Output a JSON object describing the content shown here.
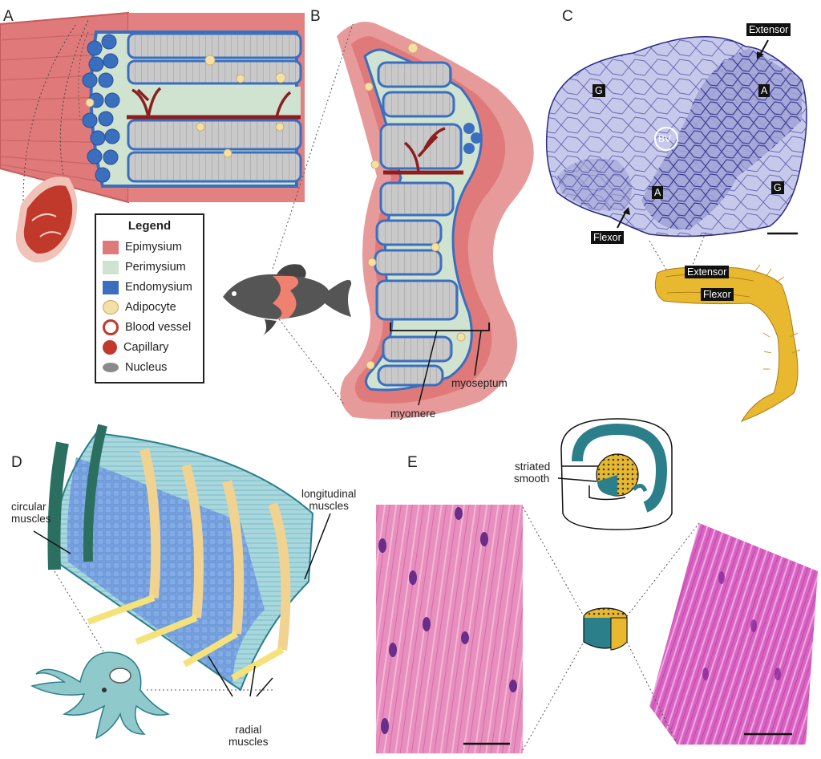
{
  "panels": {
    "a": "A",
    "b": "B",
    "c": "C",
    "d": "D",
    "e": "E"
  },
  "legend": {
    "title": "Legend",
    "items": [
      {
        "label": "Epimysium",
        "color": "#e07a7a"
      },
      {
        "label": "Perimysium",
        "color": "#cfe3d0"
      },
      {
        "label": "Endomysium",
        "color": "#3a6fc0"
      },
      {
        "label": "Adipocyte",
        "color": "#f4dfa6"
      },
      {
        "label": "Blood vessel",
        "color": "#c0392b"
      },
      {
        "label": "Capillary",
        "color": "#c0392b"
      },
      {
        "label": "Nucleus",
        "color": "#8a8a8a"
      }
    ]
  },
  "panel_b": {
    "myomere": "myomere",
    "myoseptum": "myoseptum"
  },
  "panel_c": {
    "extensor_top": "Extensor",
    "g1": "G",
    "a1": "A",
    "bv": "BV",
    "a2": "A",
    "g2": "G",
    "flexor": "Flexor",
    "leg_extensor": "Extensor",
    "leg_flexor": "Flexor"
  },
  "panel_d": {
    "circular": "circular\nmuscles",
    "longitudinal": "longitudinal\nmuscles",
    "radial": "radial\nmuscles"
  },
  "panel_e": {
    "striated": "striated",
    "smooth": "smooth"
  },
  "colors": {
    "epimysium": "#e07a7a",
    "perimysium": "#cfe3d0",
    "endomysium": "#3a6fc0",
    "fish": "#555555",
    "teal": "#2b7f8a",
    "leg": "#e8b92e",
    "he_pink": "#e47bb0"
  }
}
